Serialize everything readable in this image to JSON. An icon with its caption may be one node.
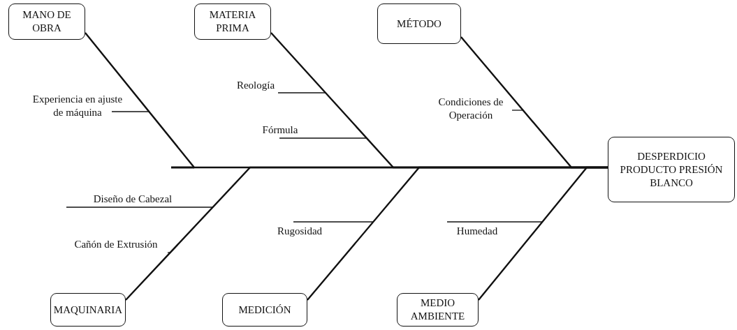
{
  "diagram": {
    "nodes": [
      {
        "text": [
          "MANO DE OBRA"
        ]
      },
      {
        "text": [
          "MATERIA PRIMA"
        ]
      },
      {
        "text": [
          "MÉTODO"
        ]
      },
      {
        "text": [
          "Reología"
        ]
      },
      {
        "text": [
          "Experiencia en ajuste de máquina"
        ]
      },
      {
        "text": [
          "Condiciones de Operación"
        ]
      },
      {
        "text": [
          "Fórmula"
        ]
      },
      {
        "text": [
          "DESPERDICIO PRODUCTO PRESIÓN BLANCO"
        ]
      },
      {
        "text": [
          "Diseño de Cabezal"
        ]
      },
      {
        "text": [
          "Rugosidad"
        ]
      },
      {
        "text": [
          "Humedad"
        ]
      },
      {
        "text": [
          "Cañón de Extrusión"
        ]
      },
      {
        "text": [
          "MAQUINARIA"
        ]
      },
      {
        "text": [
          "MEDICIÓN"
        ]
      },
      {
        "text": [
          "MEDIO AMBIENTE"
        ]
      }
    ],
    "edges": [
      {
        "from": 0,
        "to": 7,
        "arrow": "none"
      },
      {
        "from": 1,
        "to": 7,
        "arrow": "none"
      },
      {
        "from": 2,
        "to": 7,
        "arrow": "none"
      },
      {
        "from": 12,
        "to": 7,
        "arrow": "none"
      },
      {
        "from": 13,
        "to": 7,
        "arrow": "none"
      },
      {
        "from": 14,
        "to": 7,
        "arrow": "none"
      },
      {
        "from": 3,
        "to": null,
        "arrow": "none"
      },
      {
        "from": 4,
        "to": null,
        "arrow": "none"
      },
      {
        "from": 5,
        "to": null,
        "arrow": "none"
      },
      {
        "from": 6,
        "to": null,
        "arrow": "none"
      },
      {
        "from": 8,
        "to": null,
        "arrow": "none"
      },
      {
        "from": 9,
        "to": null,
        "arrow": "none"
      },
      {
        "from": 10,
        "to": null,
        "arrow": "none"
      },
      {
        "from": 11,
        "to": null,
        "arrow": "none"
      }
    ]
  }
}
